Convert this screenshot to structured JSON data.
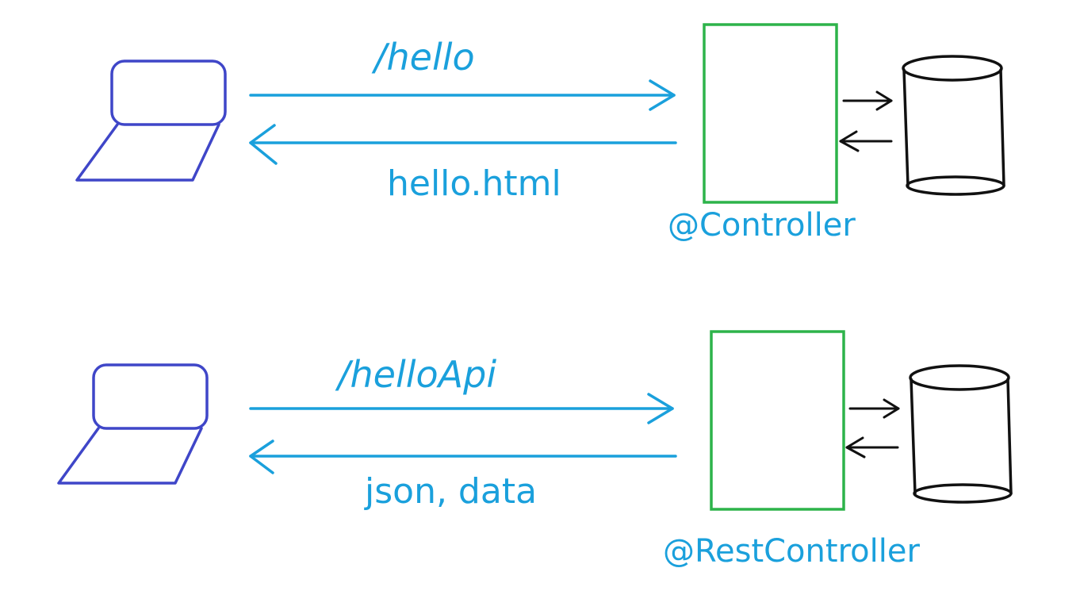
{
  "colors": {
    "client": "#3f46c8",
    "arrow": "#1aa0dc",
    "label": "#1aa0dc",
    "controller": "#2db34a",
    "database": "#111111",
    "background": "#ffffff"
  },
  "icons": {
    "client": "laptop-icon",
    "database": "database-cylinder-icon",
    "server": "controller-box"
  },
  "flows": [
    {
      "request_label": "/hello",
      "response_label": "hello.html",
      "annotation": "@Controller"
    },
    {
      "request_label": "/helloApi",
      "response_label": "json, data",
      "annotation": "@RestController"
    }
  ]
}
